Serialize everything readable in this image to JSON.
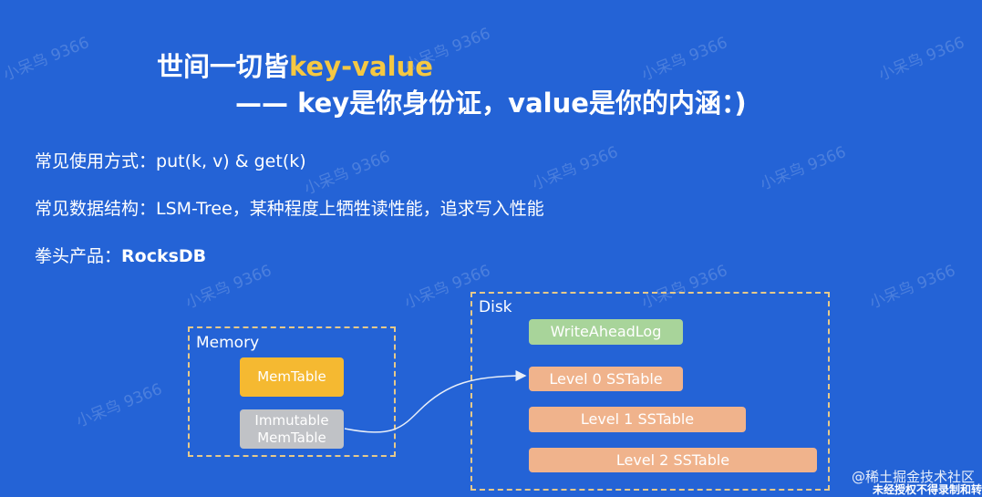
{
  "title": {
    "line1_prefix": "世间一切皆",
    "line1_highlight": "key-value",
    "line2": "—— key是你身份证，value是你的内涵：)"
  },
  "bullets": [
    {
      "label": "常见使用方式：",
      "value": "put(k, v) & get(k)"
    },
    {
      "label": "常见数据结构：",
      "value": "LSM-Tree，某种程度上牺牲读性能，追求写入性能"
    },
    {
      "label": "拳头产品：",
      "value": "RocksDB"
    }
  ],
  "diagram": {
    "memory": {
      "label": "Memory",
      "items": [
        "MemTable",
        "Immutable",
        "MemTable"
      ]
    },
    "disk": {
      "label": "Disk",
      "items": [
        "WriteAheadLog",
        "Level 0 SSTable",
        "Level 1 SSTable",
        "Level 2 SSTable"
      ]
    }
  },
  "watermark": "小呆鸟 9366",
  "footer": "@稀土掘金技术社区",
  "footer_note": "未经授权不得录制和转",
  "colors": {
    "background": "#2463d6",
    "highlight": "#f5c842",
    "memtable": "#f5b931",
    "immutable": "#c0c2c6",
    "wal": "#a8d49a",
    "sstable": "#f0b38c"
  }
}
